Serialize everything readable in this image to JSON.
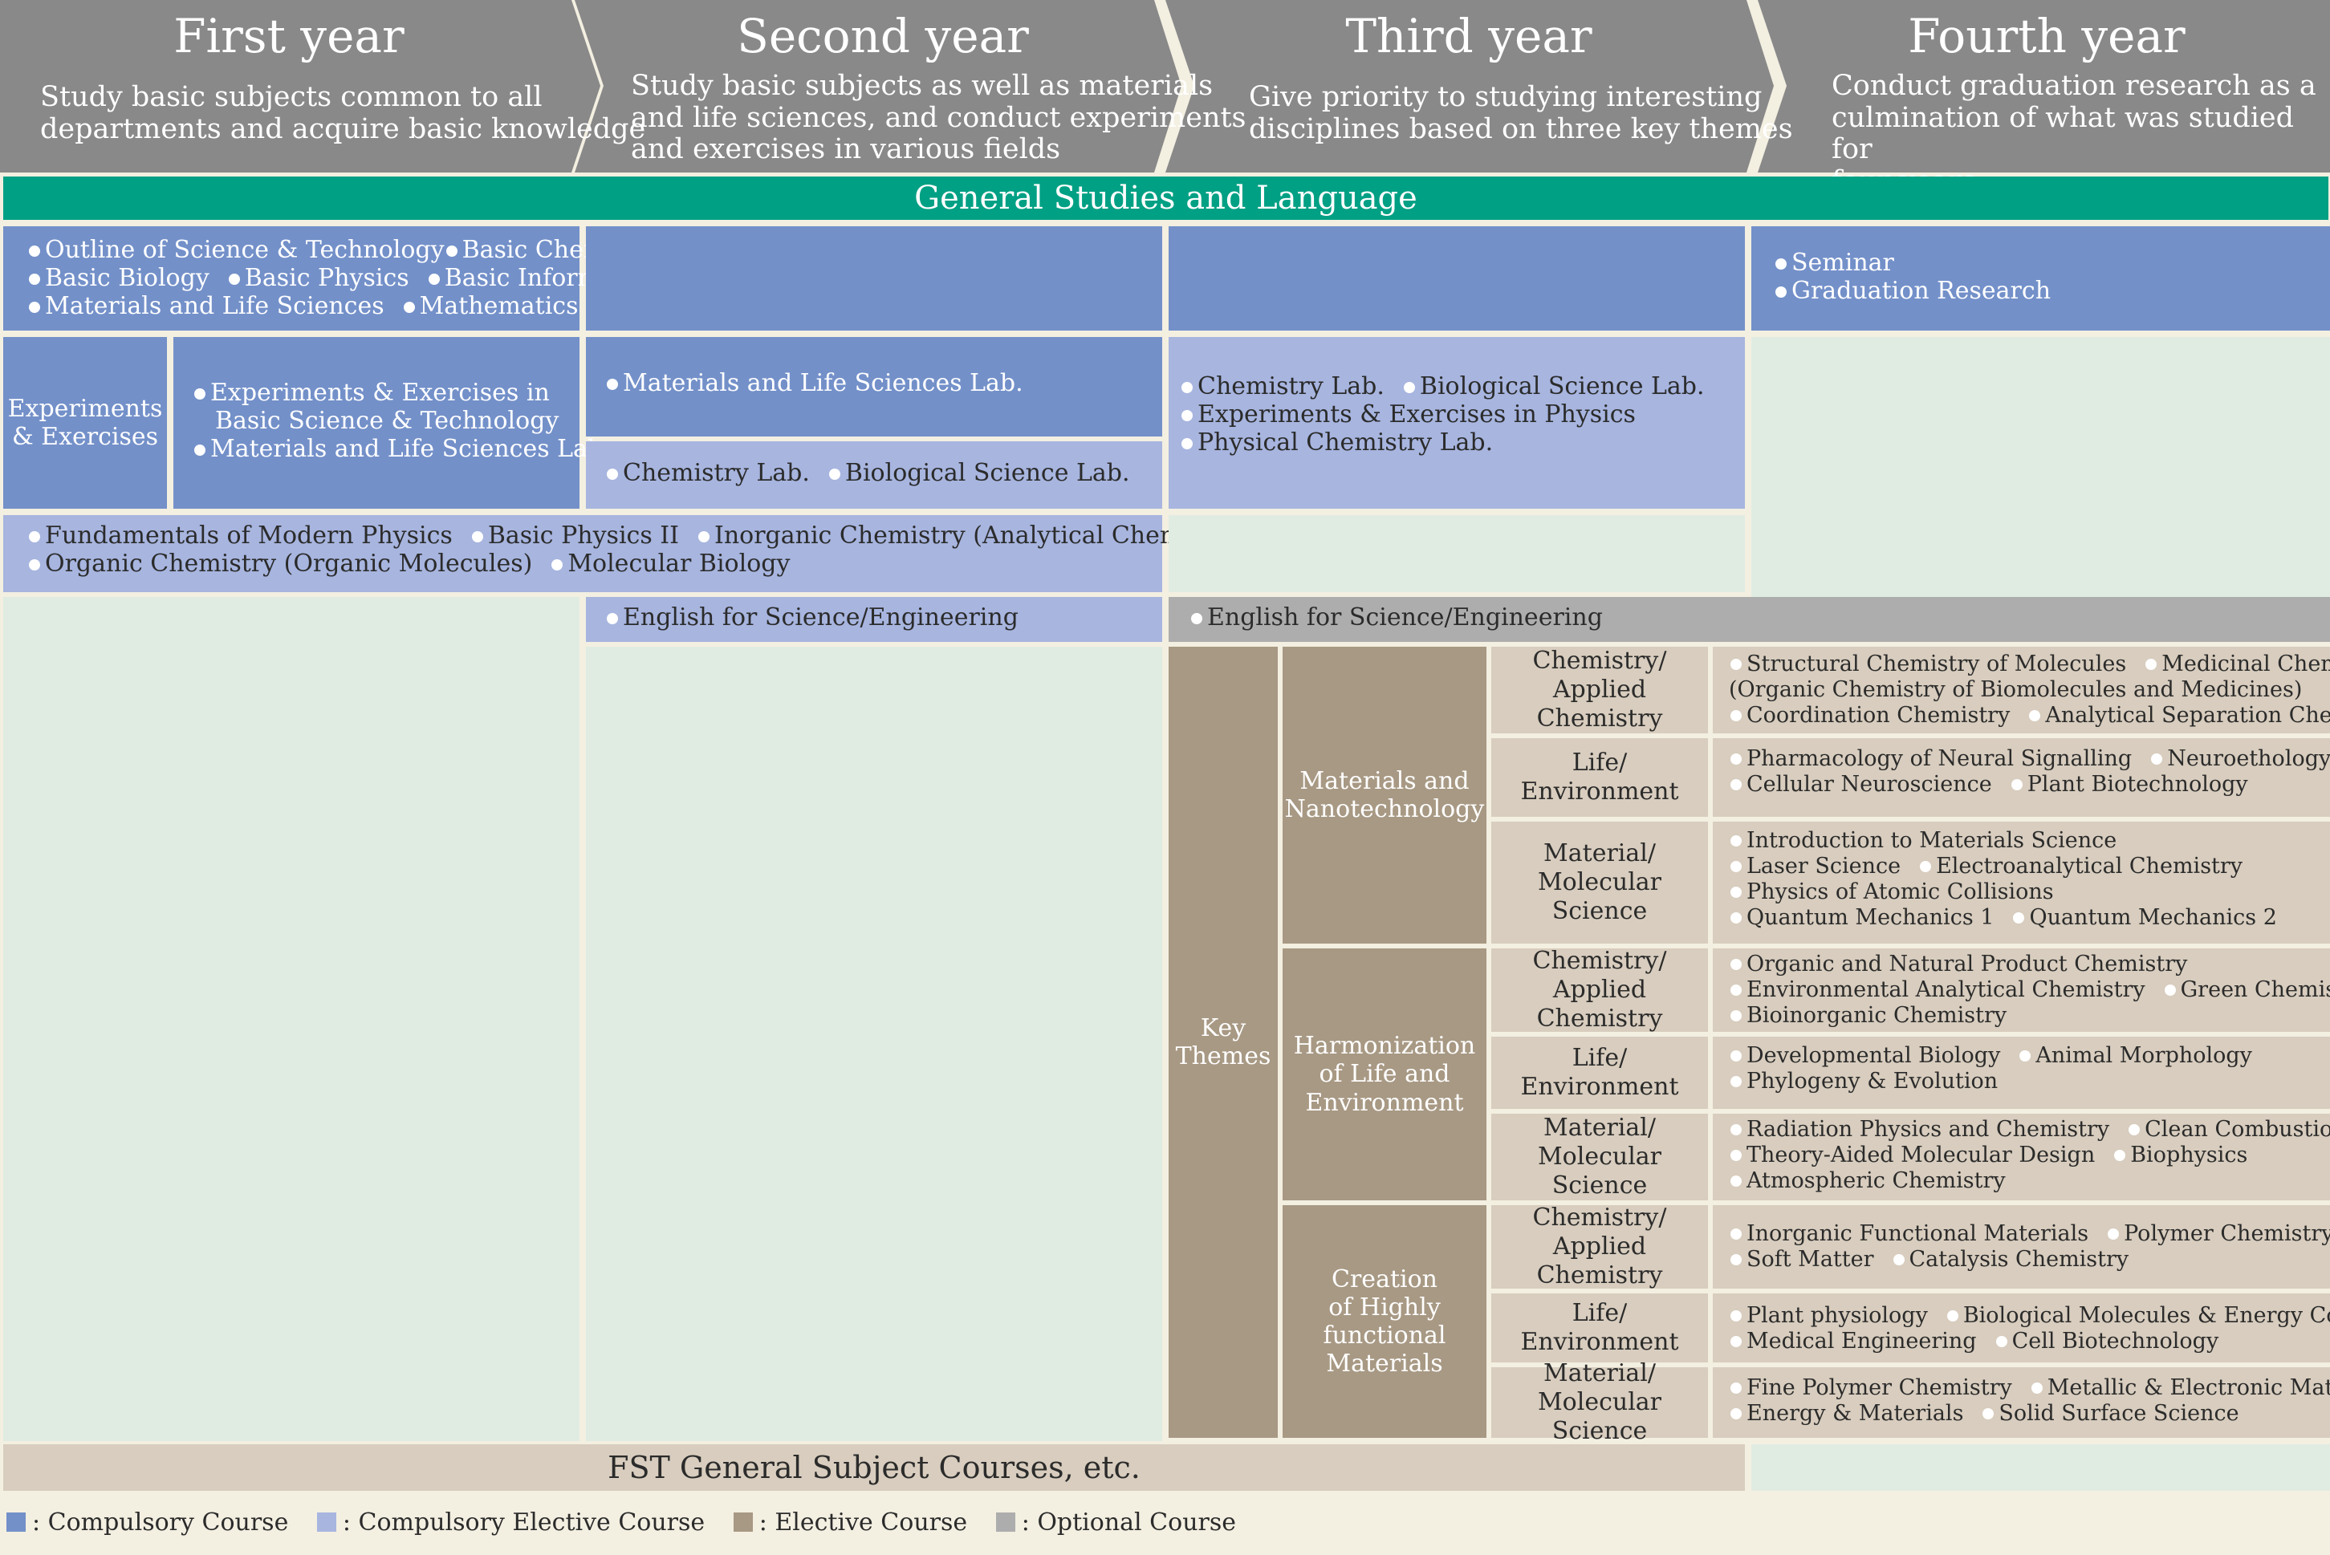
{
  "years": [
    {
      "title": "First year",
      "desc": [
        "Study basic subjects common to all",
        "departments and acquire basic knowledge"
      ]
    },
    {
      "title": "Second year",
      "desc": [
        "Study basic subjects as well as materials",
        "and life sciences, and conduct experiments",
        "and exercises in various fields"
      ]
    },
    {
      "title": "Third year",
      "desc": [
        "Give priority to studying interesting",
        "disciplines based on three key themes"
      ]
    },
    {
      "title": "Fourth year",
      "desc": [
        "Conduct graduation research as a",
        "culmination of what was studied for",
        "four years"
      ]
    }
  ],
  "general_studies": "General Studies and Language",
  "y1_compulsory": [
    [
      "Outline of Science & Technology",
      "Basic Chemistry"
    ],
    [
      "Basic Biology",
      "Basic Physics",
      "Basic Informatics"
    ],
    [
      "Materials and Life Sciences",
      "Mathematics"
    ]
  ],
  "y4_compulsory": [
    [
      "Seminar"
    ],
    [
      "Graduation Research"
    ]
  ],
  "exp_label": [
    "Experiments",
    "& Exercises"
  ],
  "y1_exp": [
    [
      "Experiments & Exercises in"
    ],
    [
      "Basic Science & Technology"
    ],
    [
      "Materials and Life Sciences Lab."
    ]
  ],
  "y2_exp_compulsory": [
    [
      "Materials and Life Sciences Lab."
    ]
  ],
  "y2_exp_elective": [
    [
      "Chemistry Lab.",
      "Biological Science Lab."
    ]
  ],
  "y3_exp": [
    [
      "Chemistry Lab.",
      "Biological Science Lab."
    ],
    [
      "Experiments & Exercises in Physics"
    ],
    [
      "Physical Chemistry Lab."
    ]
  ],
  "y12_elective": [
    [
      "Fundamentals of Modern Physics",
      "Basic Physics II",
      "Inorganic Chemistry (Analytical Chemistry)"
    ],
    [
      "Organic Chemistry (Organic Molecules)",
      "Molecular Biology"
    ]
  ],
  "english_y2": "English for Science/Engineering",
  "english_y34": "English for Science/Engineering",
  "key_themes": [
    "Key",
    "Themes"
  ],
  "themes": [
    {
      "name": [
        "Materials and",
        "Nanotechnology"
      ],
      "subs": [
        {
          "label": [
            "Chemistry/",
            "Applied Chemistry"
          ],
          "courses": [
            [
              "Structural Chemistry of Molecules",
              "Medicinal Chemistry"
            ],
            [
              "(Organic Chemistry of Biomolecules and Medicines)"
            ],
            [
              "Coordination Chemistry",
              "Analytical Separation Chemistry"
            ]
          ]
        },
        {
          "label": [
            "Life/",
            "Environment"
          ],
          "courses": [
            [
              "Pharmacology of Neural Signalling",
              "Neuroethology"
            ],
            [
              "Cellular Neuroscience",
              "Plant Biotechnology"
            ]
          ]
        },
        {
          "label": [
            "Material/",
            "Molecular Science"
          ],
          "courses": [
            [
              "Introduction to Materials Science"
            ],
            [
              "Laser Science",
              "Electroanalytical Chemistry"
            ],
            [
              "Physics of Atomic Collisions"
            ],
            [
              "Quantum Mechanics 1",
              "Quantum Mechanics 2"
            ]
          ]
        }
      ]
    },
    {
      "name": [
        "Harmonization",
        "of Life and",
        "Environment"
      ],
      "subs": [
        {
          "label": [
            "Chemistry/",
            "Applied Chemistry"
          ],
          "courses": [
            [
              "Organic and Natural Product Chemistry"
            ],
            [
              "Environmental Analytical Chemistry",
              "Green Chemistry"
            ],
            [
              "Bioinorganic Chemistry"
            ]
          ]
        },
        {
          "label": [
            "Life/",
            "Environment"
          ],
          "courses": [
            [
              "Developmental Biology",
              "Animal Morphology"
            ],
            [
              "Phylogeny & Evolution"
            ]
          ]
        },
        {
          "label": [
            "Material/",
            "Molecular Science"
          ],
          "courses": [
            [
              "Radiation Physics and Chemistry",
              "Clean Combustion Science"
            ],
            [
              "Theory-Aided Molecular Design",
              "Biophysics"
            ],
            [
              "Atmospheric Chemistry"
            ]
          ]
        }
      ]
    },
    {
      "name": [
        "Creation",
        "of Highly",
        "functional",
        "Materials"
      ],
      "subs": [
        {
          "label": [
            "Chemistry/",
            "Applied Chemistry"
          ],
          "courses": [
            [
              "Inorganic Functional Materials",
              "Polymer Chemistry"
            ],
            [
              "Soft Matter",
              "Catalysis Chemistry"
            ]
          ]
        },
        {
          "label": [
            "Life/",
            "Environment"
          ],
          "courses": [
            [
              "Plant physiology",
              "Biological Molecules & Energy Conversion"
            ],
            [
              "Medical Engineering",
              "Cell Biotechnology"
            ]
          ]
        },
        {
          "label": [
            "Material/",
            "Molecular Science"
          ],
          "courses": [
            [
              "Fine Polymer Chemistry",
              "Metallic & Electronic Materials"
            ],
            [
              "Energy & Materials",
              "Solid Surface Science"
            ]
          ]
        }
      ]
    }
  ],
  "fst": "FST General Subject Courses, etc.",
  "legend": [
    {
      "label": ": Compulsory Course",
      "color": "#7390c9"
    },
    {
      "label": ": Compulsory Elective Course",
      "color": "#a7b5df"
    },
    {
      "label": ": Elective Course",
      "color": "#a89984"
    },
    {
      "label": ": Optional Course",
      "color": "#adadad"
    }
  ],
  "colors": {
    "compulsory": "#7390c9",
    "compulsory_elective": "#a7b5df",
    "elective": "#a89984",
    "optional": "#adadad",
    "general": "#00a084",
    "header": "#898989"
  }
}
